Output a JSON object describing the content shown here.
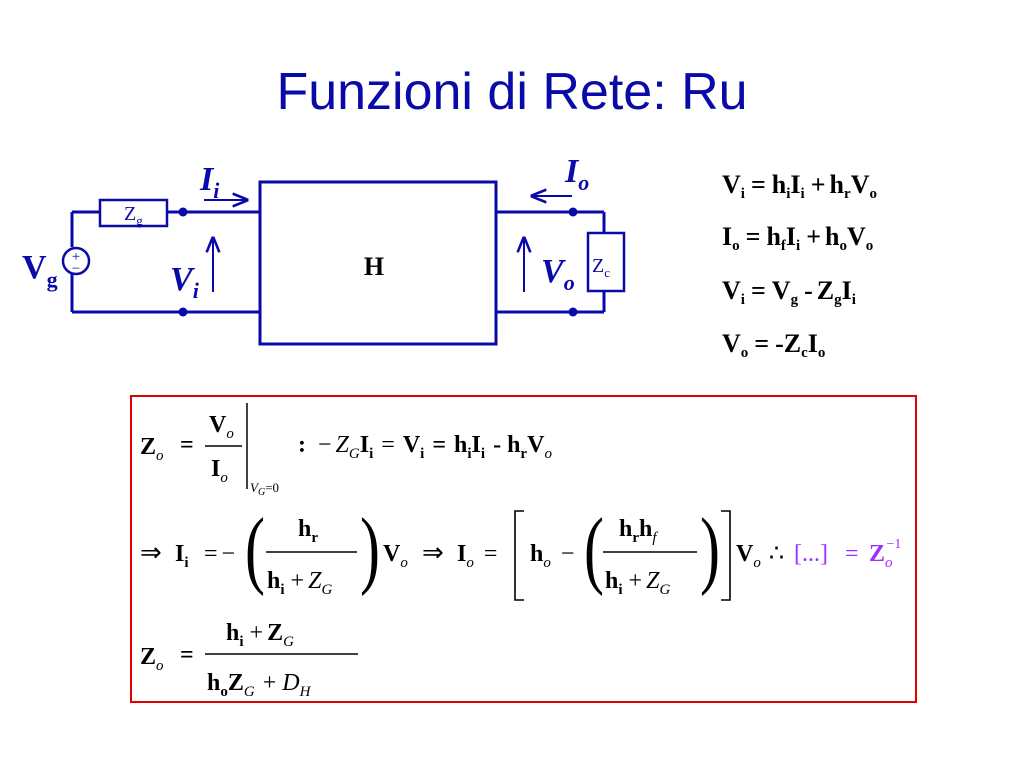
{
  "slide": {
    "title": "Funzioni di Rete: Ru"
  },
  "circuit": {
    "block_label": "H",
    "source_main": "V",
    "source_sub": "g",
    "source_plus": "+",
    "source_minus": "−",
    "zg_main": "Z",
    "zg_sub": "g",
    "zc_main": "Z",
    "zc_sub": "c",
    "ii_main": "I",
    "ii_sub": "i",
    "io_main": "I",
    "io_sub": "o",
    "vi_main": "V",
    "vi_sub": "i",
    "vo_main": "V",
    "vo_sub": "o"
  },
  "equations": {
    "eq1": {
      "a": "V",
      "as": "i",
      "eq": "=",
      "h1": "h",
      "h1s": "i",
      "x1": "I",
      "x1s": "i",
      "plus": "+",
      "h2": "h",
      "h2s": "r",
      "x2": "V",
      "x2s": "o"
    },
    "eq2": {
      "a": "I",
      "as": "o",
      "eq": "=",
      "h1": "h",
      "h1s": "f",
      "x1": "I",
      "x1s": "i",
      "plus": "+",
      "h2": "h",
      "h2s": "o",
      "x2": "V",
      "x2s": "o"
    },
    "eq3": {
      "a": "V",
      "as": "i",
      "eq": "=",
      "b": "V",
      "bs": "g",
      "minus": "-",
      "c": "Z",
      "cs": "g",
      "d": "I",
      "ds": "i"
    },
    "eq4": {
      "a": "V",
      "as": "o",
      "eq": "=",
      "neg": "-",
      "c": "Z",
      "cs": "c",
      "d": "I",
      "ds": "o"
    }
  },
  "box": {
    "border_color": "#e00000",
    "highlight_color": "#9b30ff",
    "l1": {
      "z": "Z",
      "zs": "o",
      "eq": "=",
      "num": "V",
      "nums": "o",
      "den": "I",
      "dens": "o",
      "cond_v": "V",
      "cond_s": "G",
      "cond_rest": "=0",
      "colon": ":",
      "neg": "−",
      "zg": "Z",
      "zgs": "G",
      "ii": "I",
      "iis": "i",
      "eq2": "=",
      "vi": "V",
      "vis": "i",
      "eq3": "=",
      "h1": "h",
      "h1s": "i",
      "i2": "I",
      "i2s": "i",
      "minus": "-",
      "h2": "h",
      "h2s": "r",
      "v2": "V",
      "v2s": "o"
    },
    "l2": {
      "arrow": "⇒",
      "i": "I",
      "is": "i",
      "eq": "=",
      "neg": "−",
      "f1_num": "h",
      "f1_nums": "r",
      "f1_den_h": "h",
      "f1_den_hs": "i",
      "f1_den_plus": "+",
      "f1_den_z": "Z",
      "f1_den_zs": "G",
      "v": "V",
      "vs": "o",
      "arrow2": "⇒",
      "io": "I",
      "ios": "o",
      "eq2": "=",
      "ho": "h",
      "hos": "o",
      "minus": "−",
      "f2_num_h1": "h",
      "f2_num_h1s": "r",
      "f2_num_h2": "h",
      "f2_num_h2s": "f",
      "f2_den_h": "h",
      "f2_den_hs": "i",
      "f2_den_plus": "+",
      "f2_den_z": "Z",
      "f2_den_zs": "G",
      "v2": "V",
      "v2s": "o",
      "therefore": "∴",
      "dots": "[...]",
      "eq3": "=",
      "zinv": "Z",
      "zinvs": "o",
      "zinvexp": "−1"
    },
    "l3": {
      "z": "Z",
      "zs": "o",
      "eq": "=",
      "num_h": "h",
      "num_hs": "i",
      "num_plus": "+",
      "num_z": "Z",
      "num_zs": "G",
      "den_h": "h",
      "den_hs": "o",
      "den_z": "Z",
      "den_zs": "G",
      "den_plus": "+",
      "den_d": "D",
      "den_ds": "H"
    }
  }
}
